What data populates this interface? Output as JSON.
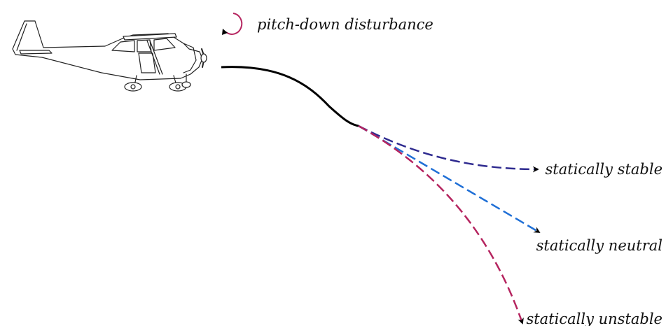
{
  "disturbance": {
    "label": "pitch-down disturbance",
    "color": "#b5245f",
    "icon": "rotation-arrow-icon"
  },
  "aircraft": {
    "icon": "cessna-airplane-icon",
    "flight_path_color": "#000000"
  },
  "outcomes": [
    {
      "label": "statically stable",
      "color": "#2e2a8f",
      "style": "dashed"
    },
    {
      "label": "statically neutral",
      "color": "#1f6fd6",
      "style": "dashed"
    },
    {
      "label": "statically unstable",
      "color": "#b5245f",
      "style": "dashed"
    }
  ]
}
